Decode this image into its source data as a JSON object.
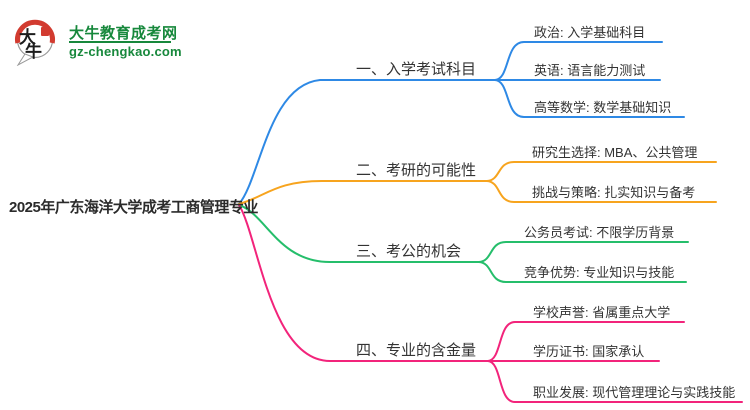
{
  "page": {
    "background": "#ffffff",
    "text_color": "#333333"
  },
  "logo": {
    "icon_char_top": "大",
    "icon_char_bottom": "牛",
    "site_name": "大牛教育成考网",
    "site_url": "gz-chengkao.com",
    "green": "#17883C",
    "red": "#D23B30"
  },
  "central_topic": {
    "label": "2025年广东海洋大学成考工商管理专业"
  },
  "branches": [
    {
      "label": "一、入学考试科目",
      "color": "#2E89E5",
      "children": [
        "政治: 入学基础科目",
        "英语: 语言能力测试",
        "高等数学: 数学基础知识"
      ]
    },
    {
      "label": "二、考研的可能性",
      "color": "#F7A41E",
      "children": [
        "研究生选择: MBA、公共管理",
        "挑战与策略: 扎实知识与备考"
      ]
    },
    {
      "label": "三、考公的机会",
      "color": "#25BE6B",
      "children": [
        "公务员考试: 不限学历背景",
        "竞争优势: 专业知识与技能"
      ]
    },
    {
      "label": "四、专业的含金量",
      "color": "#F2247B",
      "children": [
        "学校声誉: 省属重点大学",
        "学历证书: 国家承认",
        "职业发展: 现代管理理论与实践技能"
      ]
    }
  ]
}
